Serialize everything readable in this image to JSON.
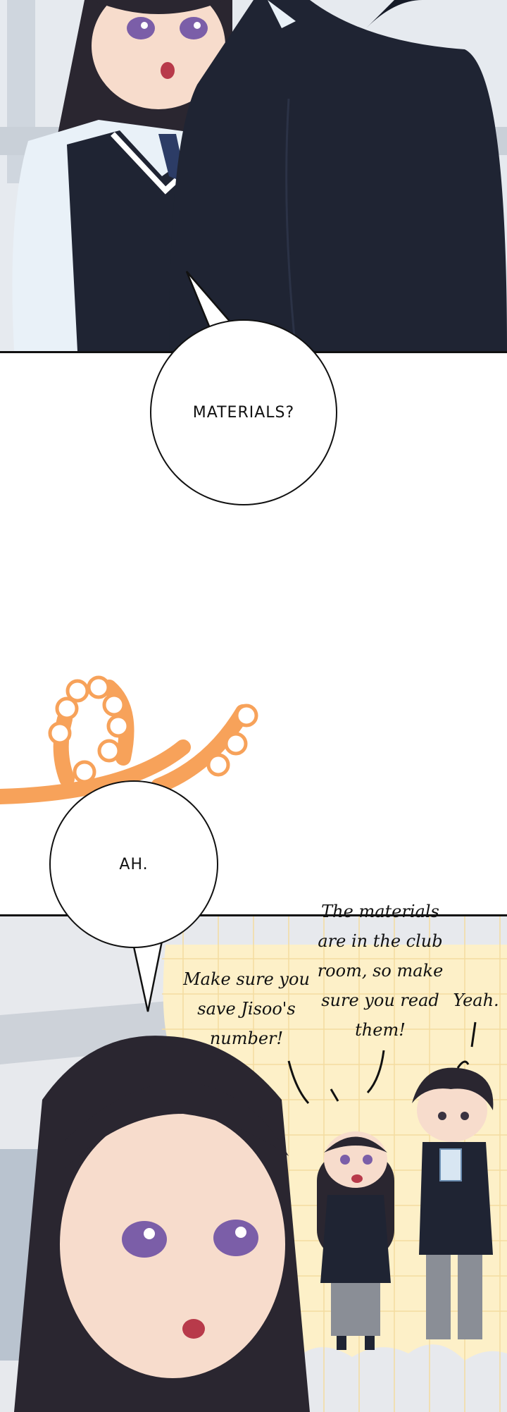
{
  "bubbles": {
    "materials": "MATERIALS?",
    "ah": "AH."
  },
  "chibi_dialogue": {
    "left_lines": [
      "Make sure you",
      "save Jisoo's",
      "number!"
    ],
    "middle_lines": [
      "The materials",
      "are in the club",
      "room, so make",
      "sure you read",
      "them!"
    ],
    "right_lines": [
      "Yeah."
    ]
  },
  "colors": {
    "suit": "#1f2433",
    "skin": "#f7dccc",
    "hair": "#2a2630",
    "eyes": "#7b5ea8",
    "sfx_orange": "#f7a25a",
    "cream_bg": "#fdf0c8",
    "grid_line": "#f3dca0"
  }
}
